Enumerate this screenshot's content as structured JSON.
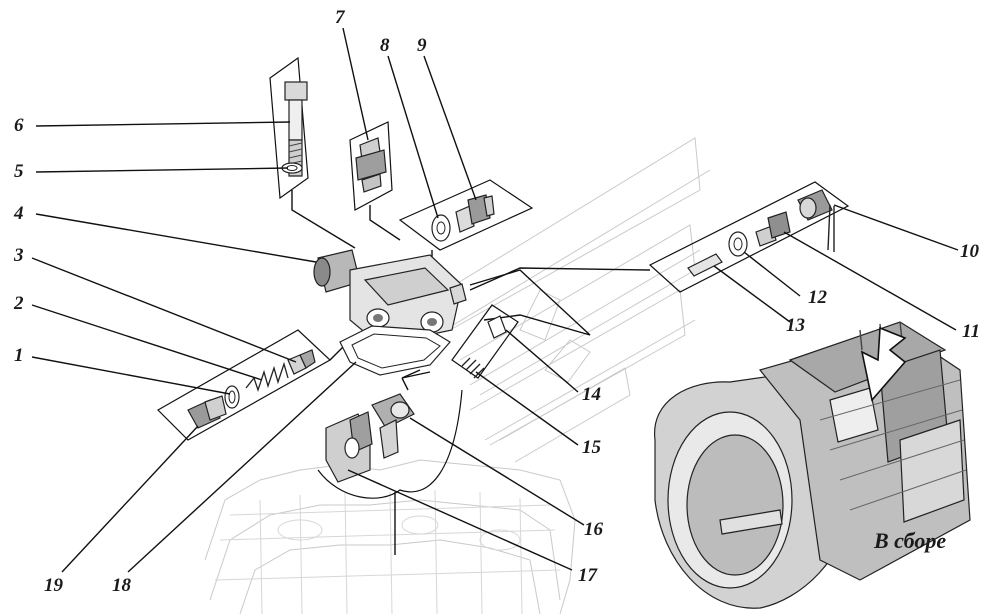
{
  "callouts": {
    "c1": "1",
    "c2": "2",
    "c3": "3",
    "c4": "4",
    "c5": "5",
    "c6": "6",
    "c7": "7",
    "c8": "8",
    "c9": "9",
    "c10": "10",
    "c11": "11",
    "c12": "12",
    "c13": "13",
    "c14": "14",
    "c15": "15",
    "c16": "16",
    "c17": "17",
    "c18": "18",
    "c19": "19"
  },
  "caption": "В сборе",
  "colors": {
    "ink": "#1a1a1a",
    "ghost_lines": "#c9c9c9",
    "part_fill_light": "#e6e6e6",
    "part_fill_mid": "#bdbdbd",
    "part_fill_dark": "#7a7a7a"
  }
}
